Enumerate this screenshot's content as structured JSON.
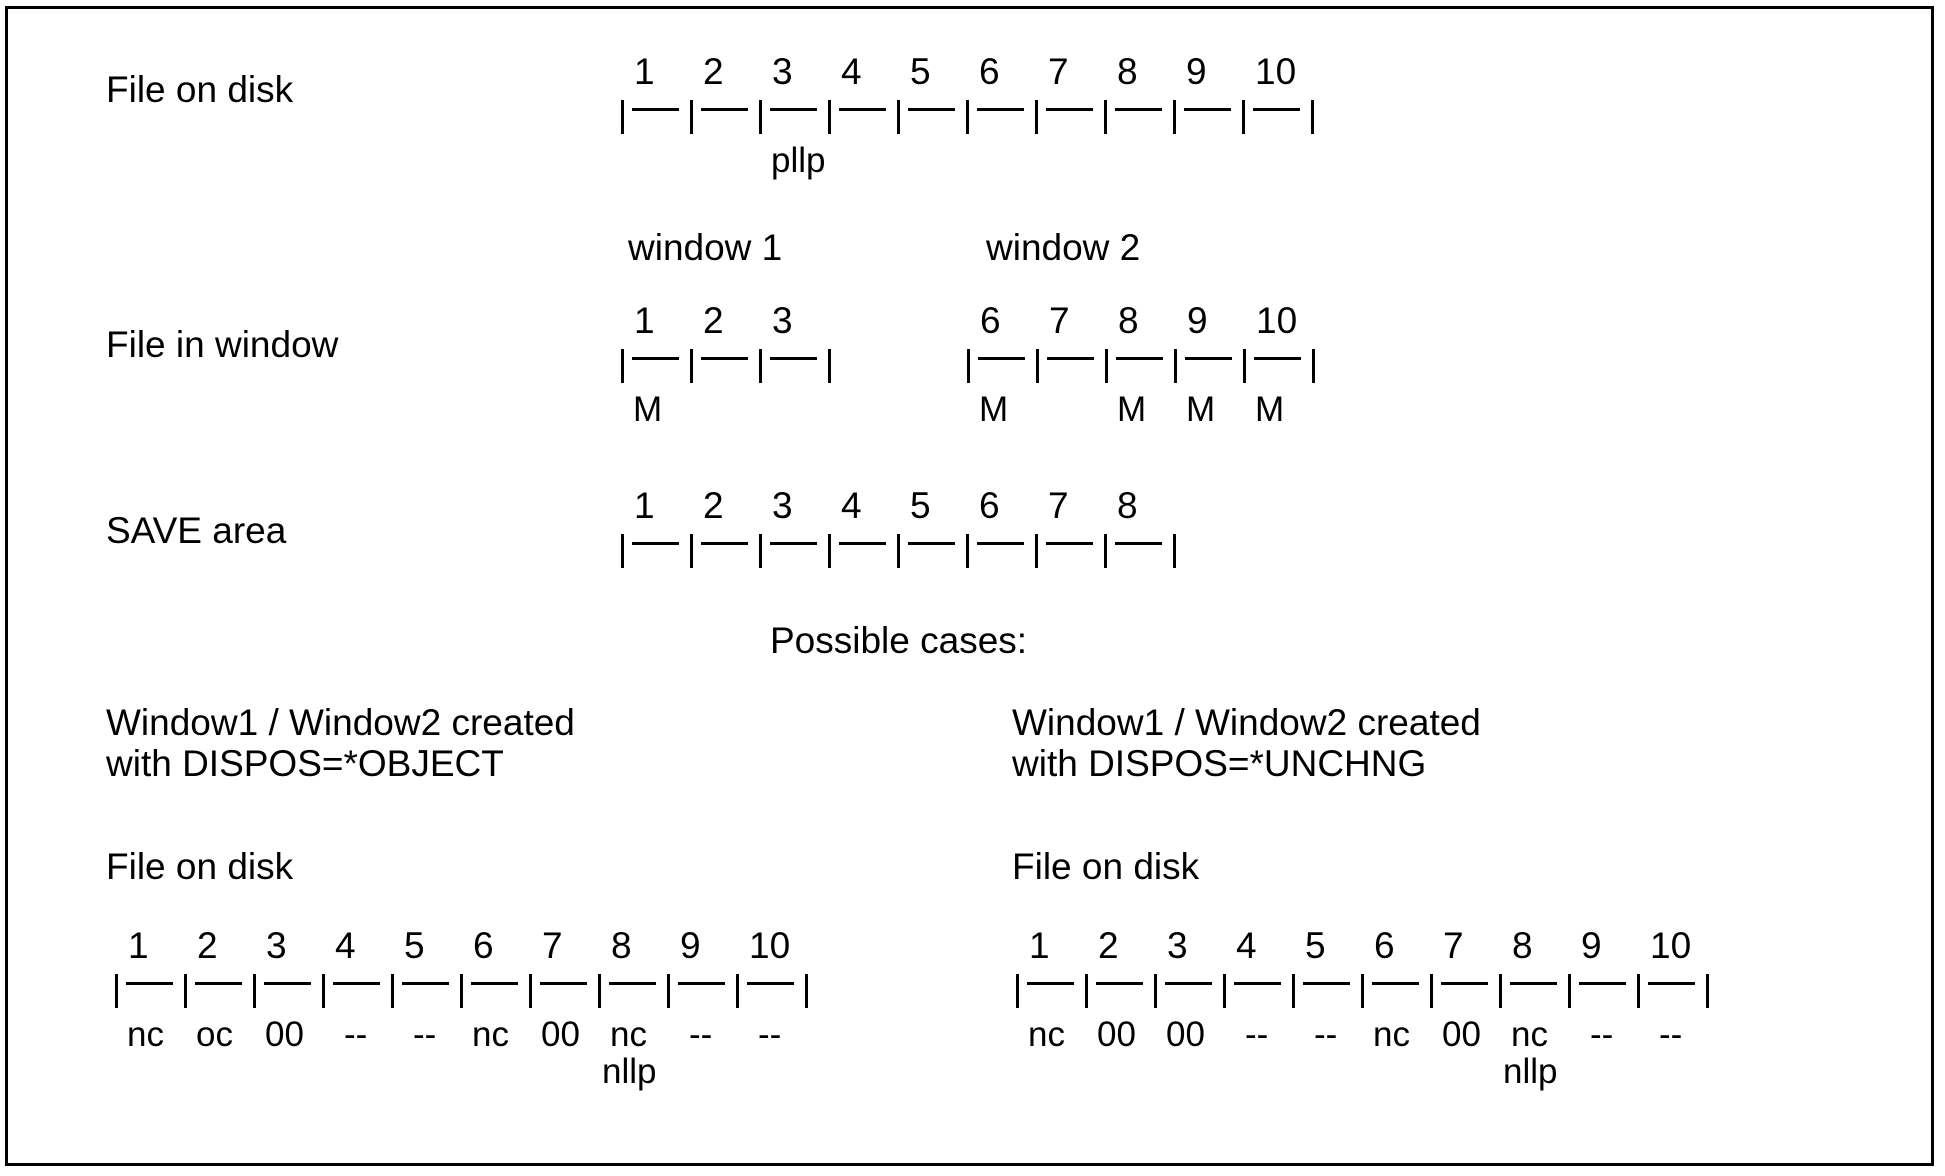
{
  "labels": {
    "disk_top": "File on disk",
    "file_in_window": "File in window",
    "save_area": "SAVE area",
    "window1": "window 1",
    "window2": "window 2",
    "possible_cases": "Possible cases:",
    "left_case_line1": "Window1 / Window2 created",
    "left_case_line2": "with DISPOS=*OBJECT",
    "right_case_line1": "Window1 / Window2 created",
    "right_case_line2": "with DISPOS=*UNCHNG",
    "left_disk": "File on disk",
    "right_disk": "File on disk"
  },
  "strips": [
    {
      "id": "disk-top",
      "cells": [
        {
          "n": "1"
        },
        {
          "n": "2"
        },
        {
          "n": "3",
          "under": "pllp"
        },
        {
          "n": "4"
        },
        {
          "n": "5"
        },
        {
          "n": "6"
        },
        {
          "n": "7"
        },
        {
          "n": "8"
        },
        {
          "n": "9"
        },
        {
          "n": "10"
        }
      ]
    },
    {
      "id": "window1",
      "cells": [
        {
          "n": "1",
          "under": "M"
        },
        {
          "n": "2"
        },
        {
          "n": "3"
        }
      ]
    },
    {
      "id": "window2",
      "cells": [
        {
          "n": "6",
          "under": "M"
        },
        {
          "n": "7"
        },
        {
          "n": "8",
          "under": "M"
        },
        {
          "n": "9",
          "under": "M"
        },
        {
          "n": "10",
          "under": "M"
        }
      ]
    },
    {
      "id": "save-area",
      "cells": [
        {
          "n": "1"
        },
        {
          "n": "2"
        },
        {
          "n": "3"
        },
        {
          "n": "4"
        },
        {
          "n": "5"
        },
        {
          "n": "6"
        },
        {
          "n": "7"
        },
        {
          "n": "8"
        }
      ]
    },
    {
      "id": "left-result",
      "cells": [
        {
          "n": "1",
          "under": "nc"
        },
        {
          "n": "2",
          "under": "oc"
        },
        {
          "n": "3",
          "under": "00"
        },
        {
          "n": "4",
          "under": "--"
        },
        {
          "n": "5",
          "under": "--"
        },
        {
          "n": "6",
          "under": "nc"
        },
        {
          "n": "7",
          "under": "00"
        },
        {
          "n": "8",
          "under": "nc",
          "under2": "nllp"
        },
        {
          "n": "9",
          "under": "--"
        },
        {
          "n": "10",
          "under": "--"
        }
      ]
    },
    {
      "id": "right-result",
      "cells": [
        {
          "n": "1",
          "under": "nc"
        },
        {
          "n": "2",
          "under": "00"
        },
        {
          "n": "3",
          "under": "00"
        },
        {
          "n": "4",
          "under": "--"
        },
        {
          "n": "5",
          "under": "--"
        },
        {
          "n": "6",
          "under": "nc"
        },
        {
          "n": "7",
          "under": "00"
        },
        {
          "n": "8",
          "under": "nc",
          "under2": "nllp"
        },
        {
          "n": "9",
          "under": "--"
        },
        {
          "n": "10",
          "under": "--"
        }
      ]
    }
  ]
}
